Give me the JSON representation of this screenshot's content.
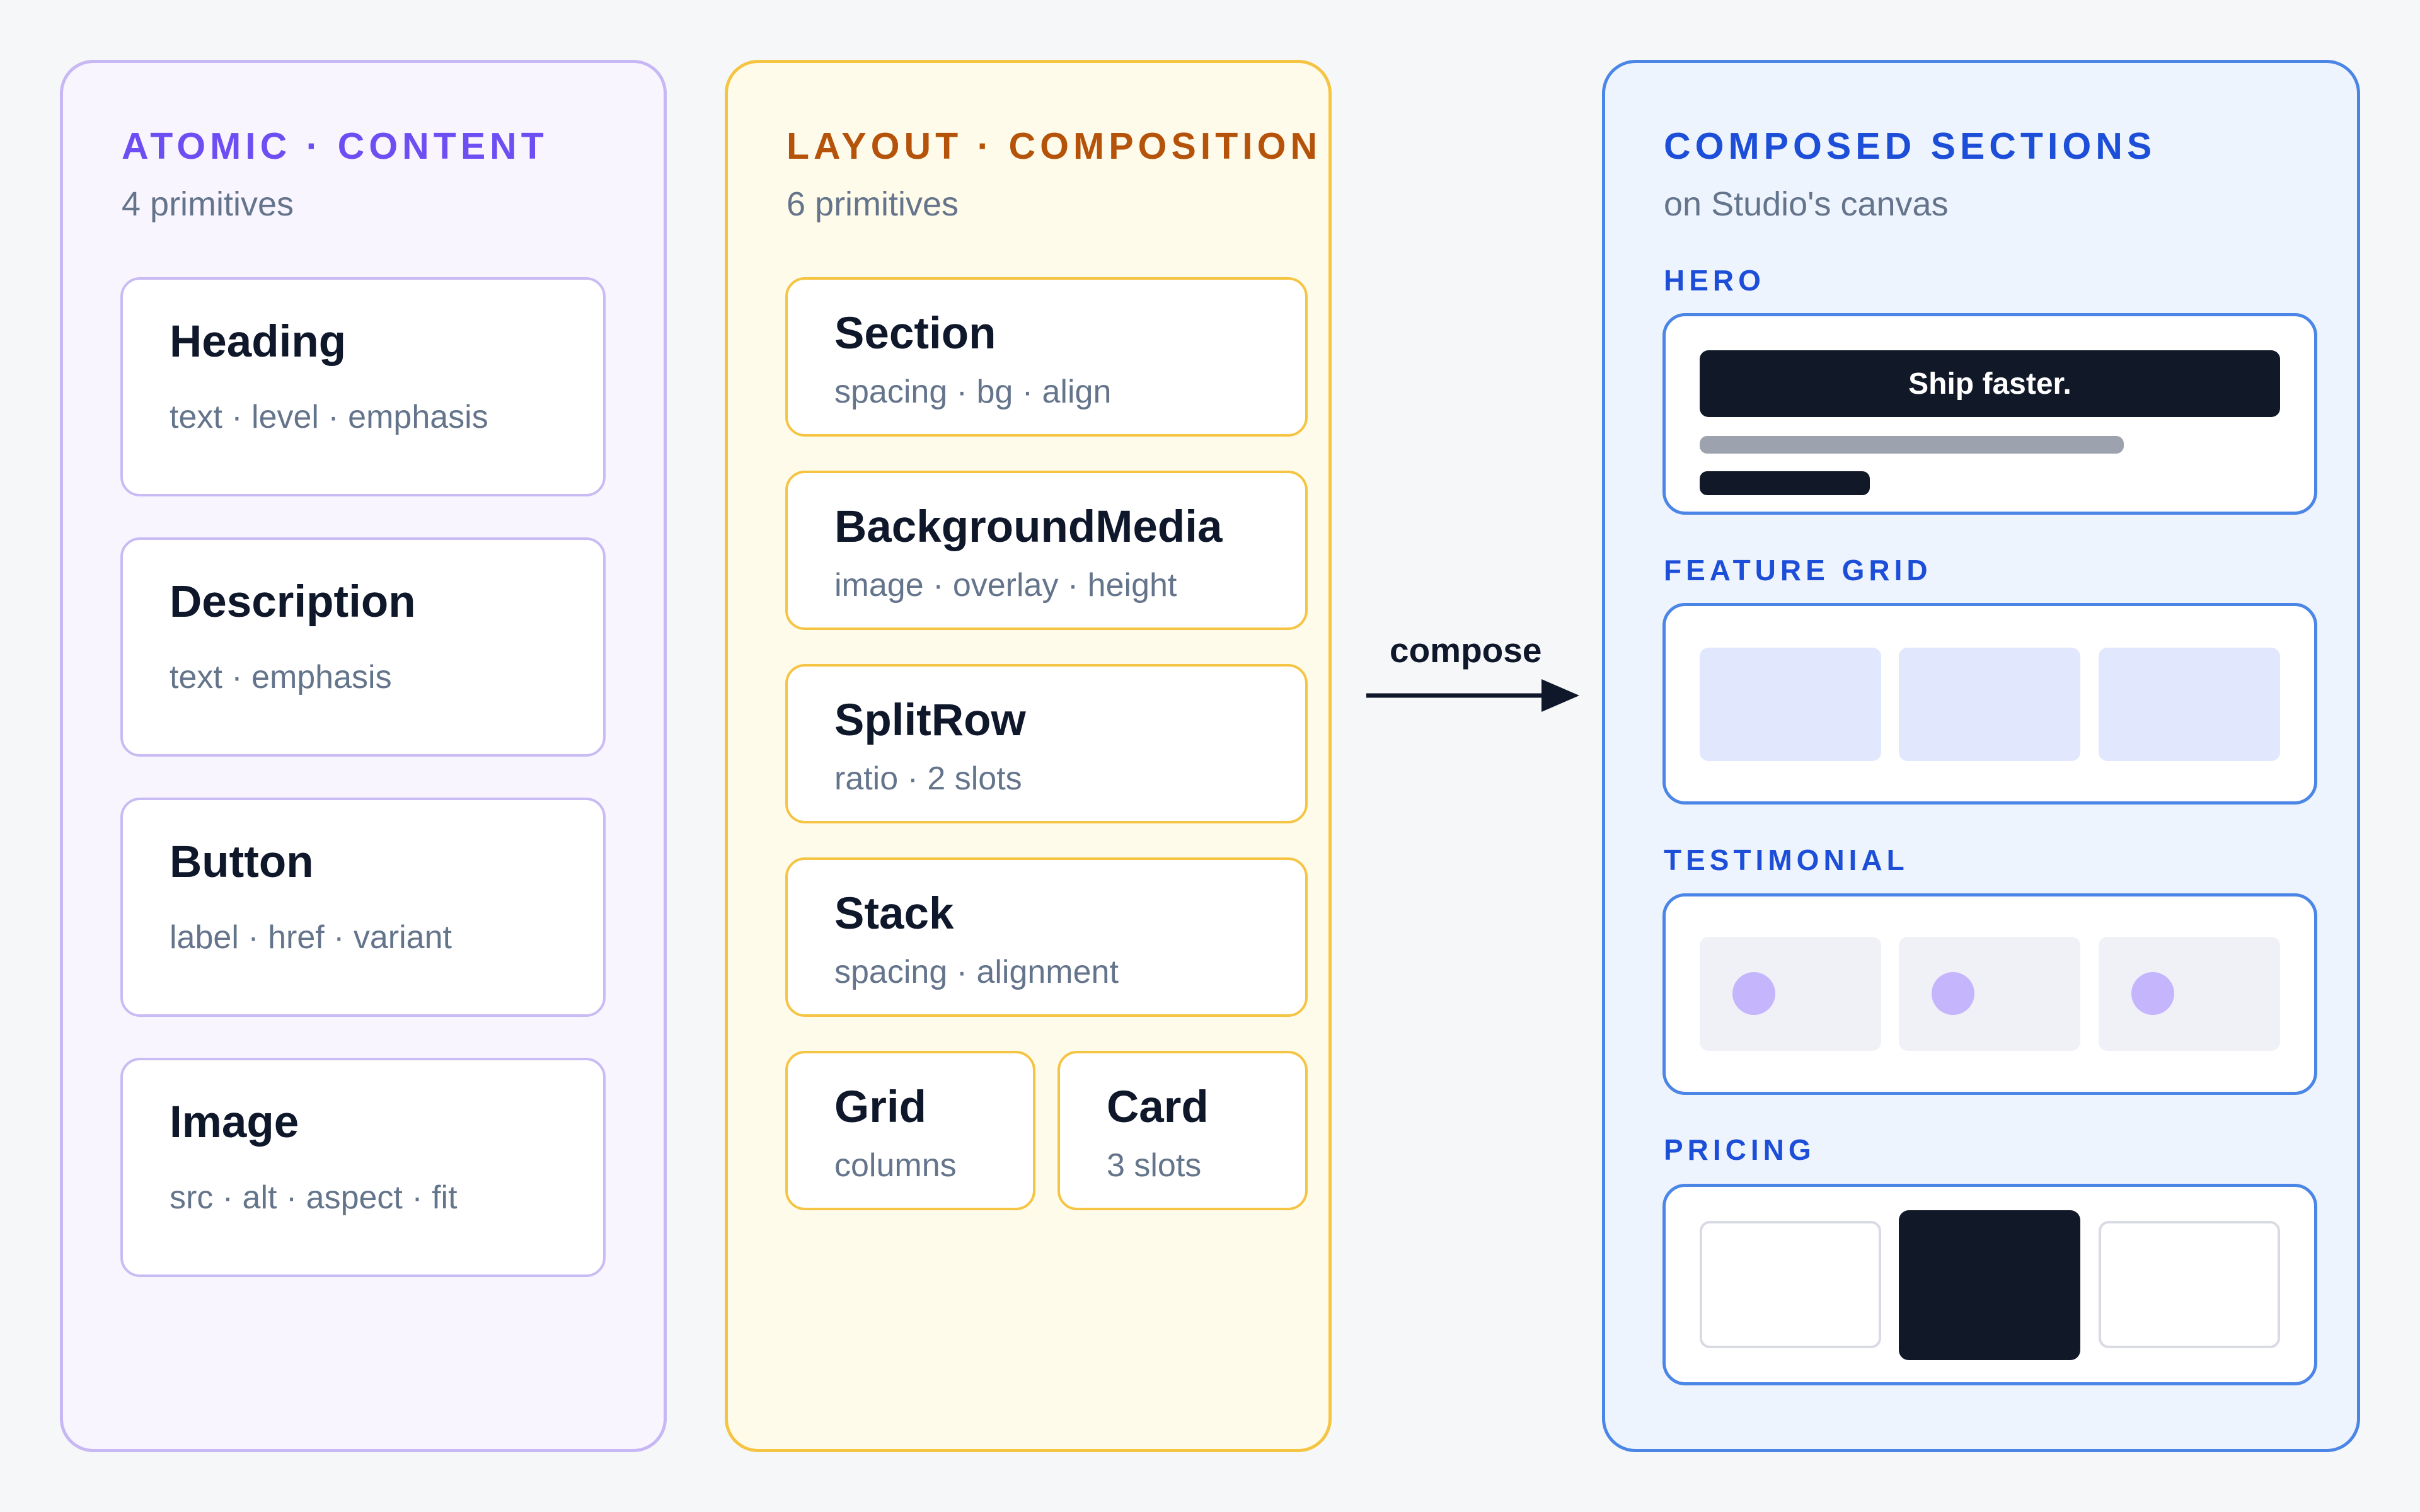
{
  "colors": {
    "atomic_accent": "#6d4ef3",
    "layout_accent": "#b45309",
    "composed_accent": "#1d4ed8",
    "dark": "#111827"
  },
  "atomic": {
    "title": "ATOMIC · CONTENT",
    "subtitle": "4 primitives",
    "items": [
      {
        "name": "Heading",
        "props": "text · level · emphasis"
      },
      {
        "name": "Description",
        "props": "text · emphasis"
      },
      {
        "name": "Button",
        "props": "label · href · variant"
      },
      {
        "name": "Image",
        "props": "src · alt · aspect · fit"
      }
    ]
  },
  "layout": {
    "title": "LAYOUT · COMPOSITION",
    "subtitle": "6 primitives",
    "items": [
      {
        "name": "Section",
        "props": "spacing · bg · align"
      },
      {
        "name": "BackgroundMedia",
        "props": "image · overlay · height"
      },
      {
        "name": "SplitRow",
        "props": "ratio · 2 slots"
      },
      {
        "name": "Stack",
        "props": "spacing · alignment"
      },
      {
        "name": "Grid",
        "props": "columns"
      },
      {
        "name": "Card",
        "props": "3 slots"
      }
    ]
  },
  "arrow": {
    "label": "compose"
  },
  "composed": {
    "title": "COMPOSED SECTIONS",
    "subtitle": "on Studio's canvas",
    "sections": [
      {
        "label": "HERO",
        "headline": "Ship faster."
      },
      {
        "label": "FEATURE GRID"
      },
      {
        "label": "TESTIMONIAL"
      },
      {
        "label": "PRICING",
        "highlighted_tier": 2
      }
    ]
  }
}
